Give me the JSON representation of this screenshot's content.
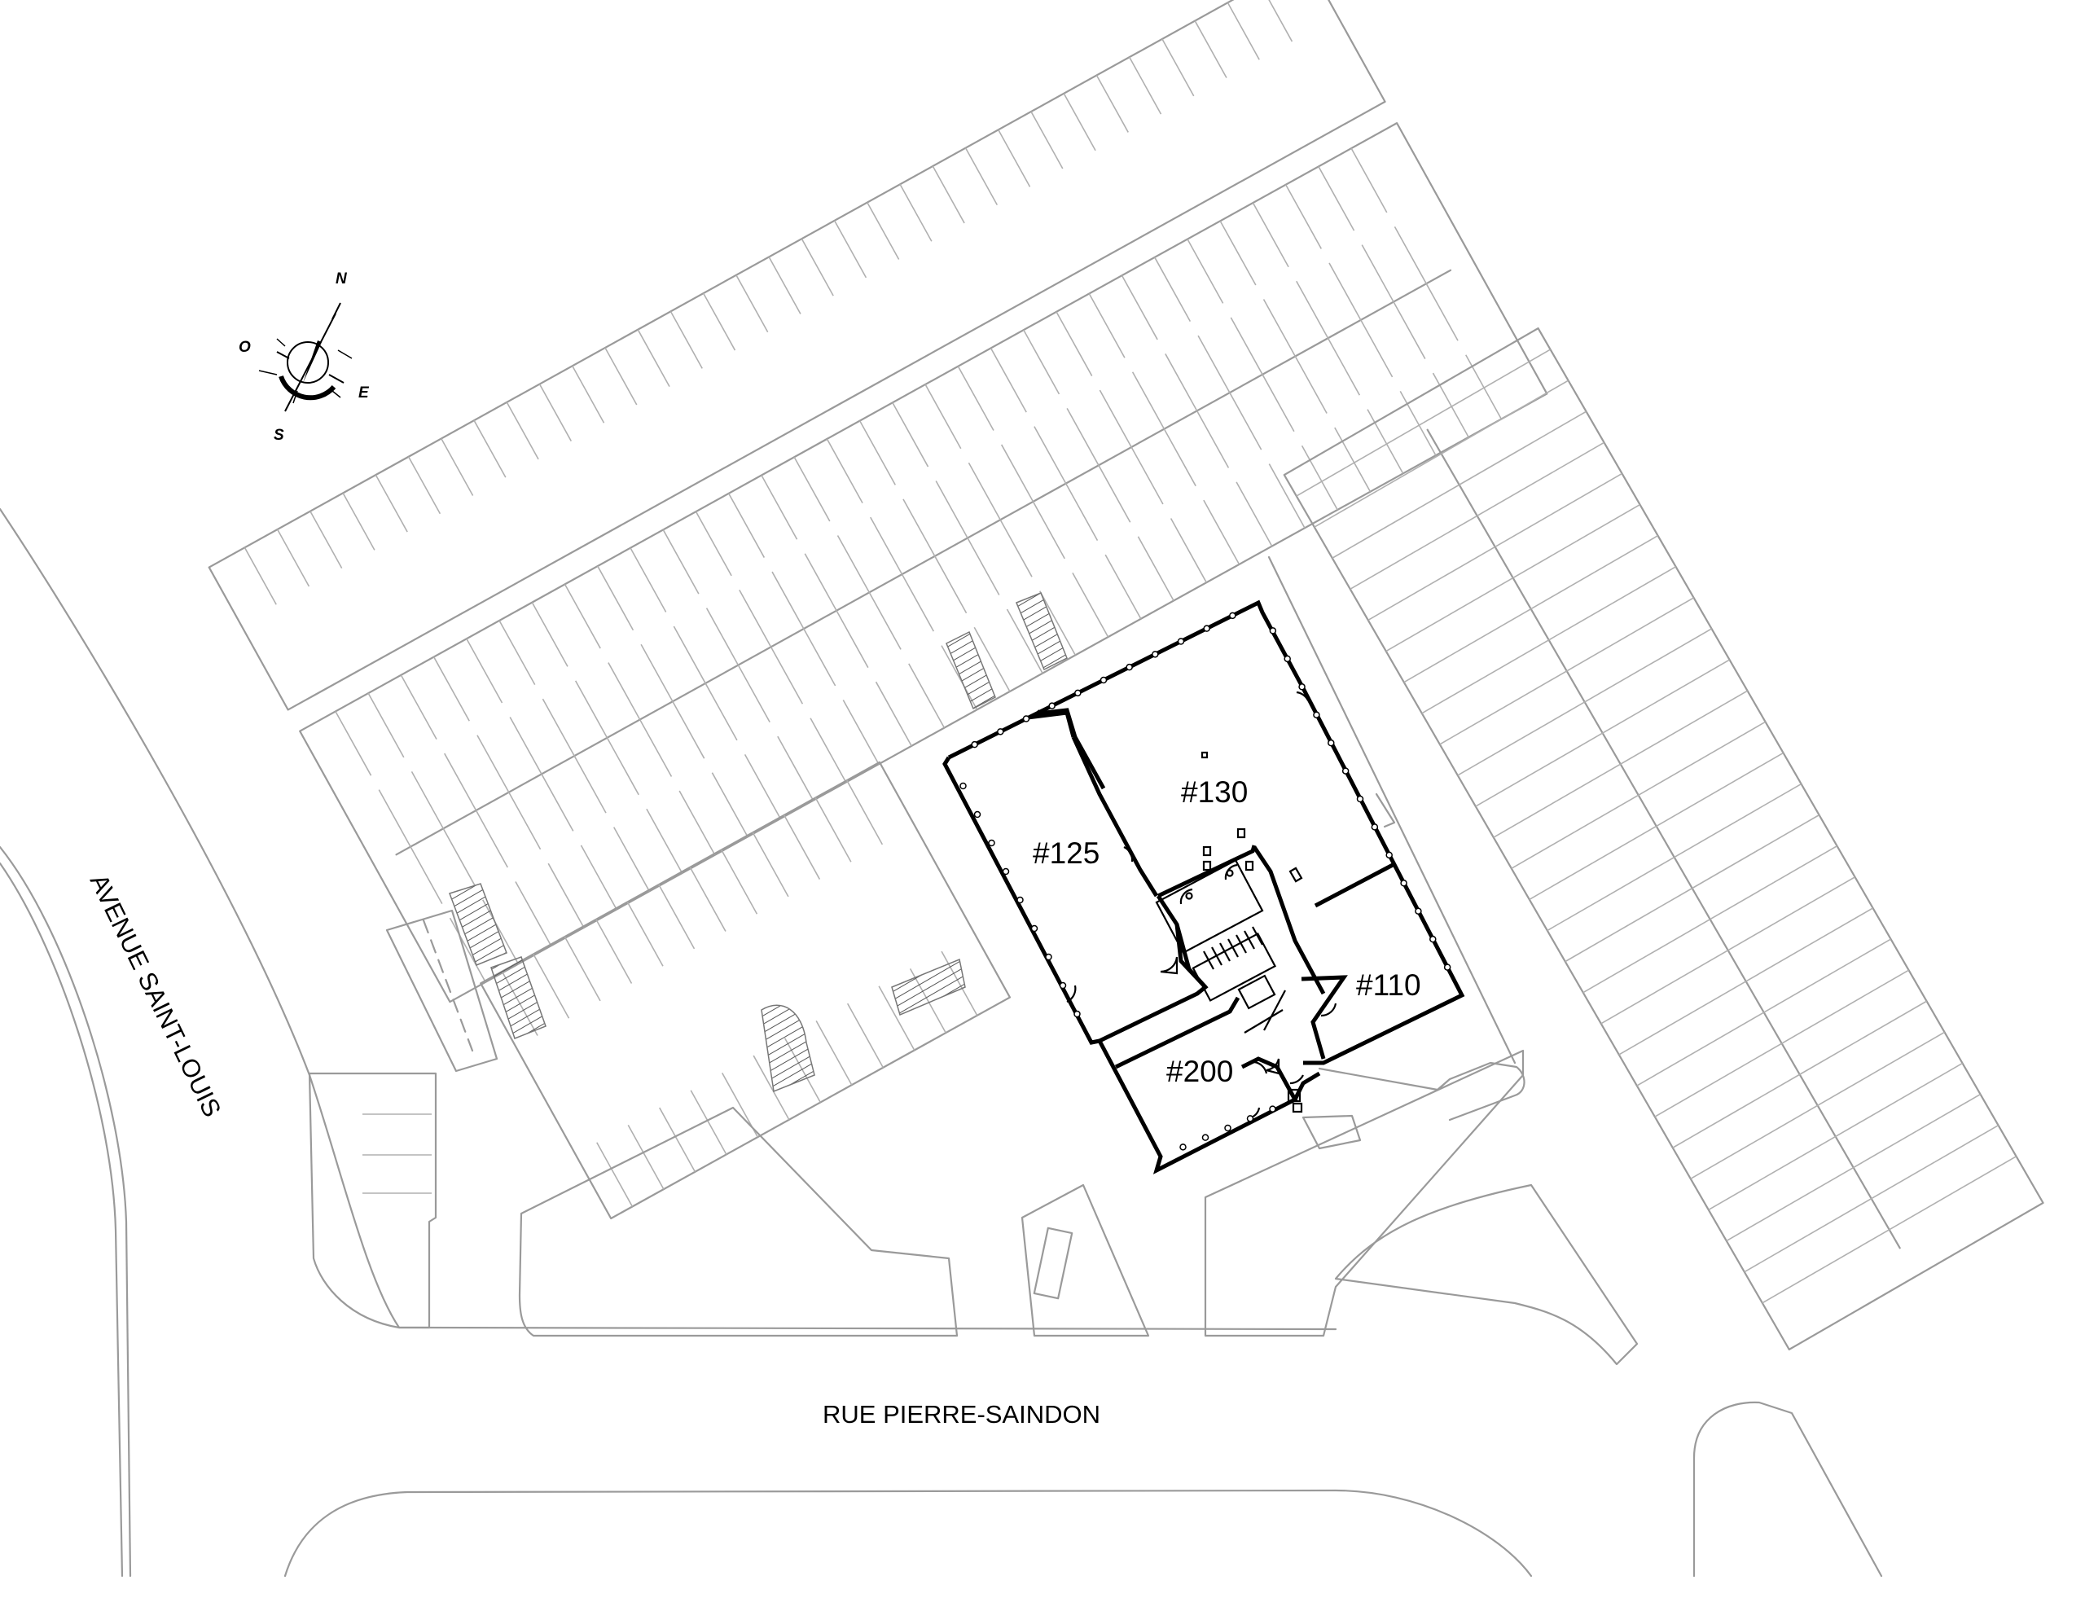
{
  "streets": {
    "avenue": "AVENUE SAINT-LOUIS",
    "rue": "RUE PIERRE-SAINDON"
  },
  "units": [
    {
      "id": "unit-130",
      "label": "#130"
    },
    {
      "id": "unit-125",
      "label": "#125"
    },
    {
      "id": "unit-110",
      "label": "#110"
    },
    {
      "id": "unit-200",
      "label": "#200"
    }
  ],
  "compass": {
    "north": "N",
    "south": "S",
    "east": "E",
    "west": "O"
  },
  "colors": {
    "background": "#ffffff",
    "lines": "#9a9a9a",
    "walls": "#000000"
  }
}
